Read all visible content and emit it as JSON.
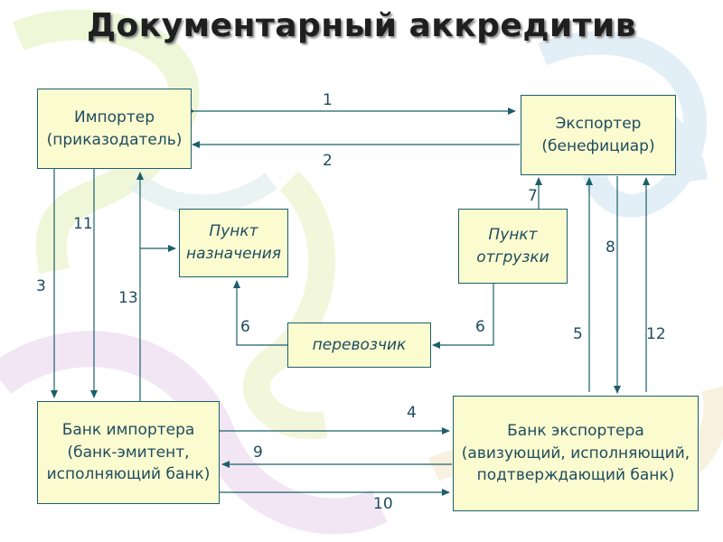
{
  "title": "Документарный аккредитив",
  "boxes": {
    "importer": [
      "Импортер",
      "(приказодатель)"
    ],
    "exporter": [
      "Экспортер",
      "(бенефициар)"
    ],
    "destination": [
      "Пункт",
      "назначения"
    ],
    "shipment": [
      "Пункт",
      "отгрузки"
    ],
    "carrier": "перевозчик",
    "importer_bank": [
      "Банк импортера",
      "(банк-эмитент,",
      "исполняющий банк)"
    ],
    "exporter_bank": [
      "Банк экспортера",
      "(авизующий, исполняющий,",
      "подтверждающий банк)"
    ]
  },
  "step_labels": {
    "s1": "1",
    "s2": "2",
    "s3": "3",
    "s4": "4",
    "s5": "5",
    "s6a": "6",
    "s6b": "6",
    "s7": "7",
    "s8": "8",
    "s9": "9",
    "s10": "10",
    "s11": "11",
    "s12": "12",
    "s13": "13"
  },
  "colors": {
    "box_fill": "#fbfbd0",
    "box_border": "#1c5f6b",
    "text": "#1f4c5e",
    "arrow": "#1c5f6b"
  }
}
